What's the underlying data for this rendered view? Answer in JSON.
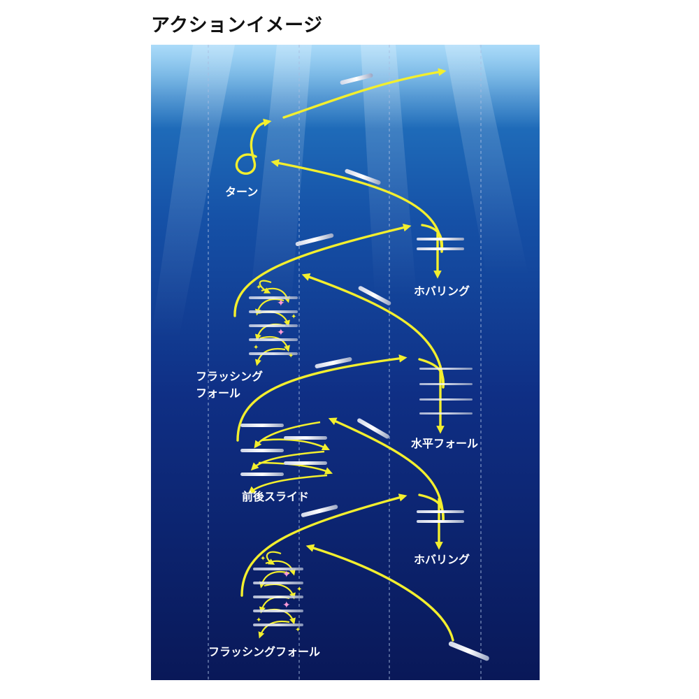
{
  "title": "アクションイメージ",
  "colors": {
    "water_top": "#2f8fd0",
    "water_mid": "#113f95",
    "water_deep": "#0a1a5c",
    "path": "#f3ef2e",
    "label": "#ffffff",
    "guide_line": "#9fb3d9",
    "sparkle": "#ff9ad8"
  },
  "labels": {
    "turn": "ターン",
    "hovering_1": "ホバリング",
    "flashing_fall_1_line1": "フラッシング",
    "flashing_fall_1_line2": "フォール",
    "horizontal_fall": "水平フォール",
    "slide": "前後スライド",
    "hovering_2": "ホバリング",
    "flashing_fall_2": "フラッシングフォール"
  }
}
